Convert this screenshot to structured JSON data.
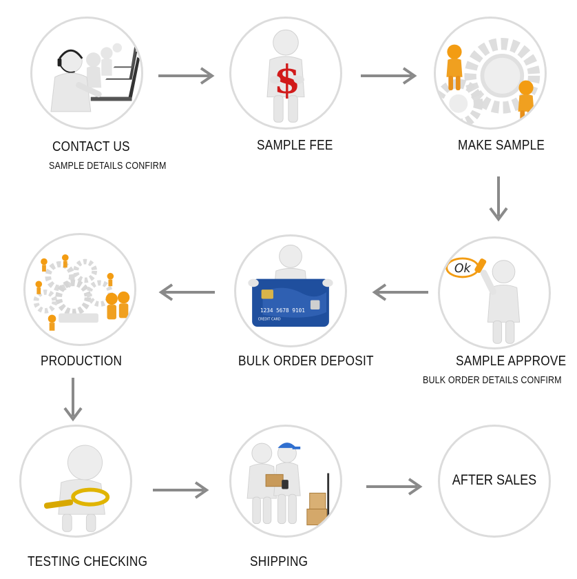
{
  "steps": [
    {
      "id": "contact-us",
      "label": "CONTACT US",
      "sublabel": "SAMPLE DETAILS CONFIRM",
      "icon": "call-center-icon"
    },
    {
      "id": "sample-fee",
      "label": "SAMPLE FEE",
      "icon": "dollar-figure-icon"
    },
    {
      "id": "make-sample",
      "label": "MAKE SAMPLE",
      "icon": "gears-figures-icon"
    },
    {
      "id": "sample-approve",
      "label": "SAMPLE APPROVE",
      "sublabel": "BULK ORDER DETAILS CONFIRM",
      "icon": "ok-figure-icon",
      "badge": "Ok"
    },
    {
      "id": "bulk-order-deposit",
      "label": "BULK ORDER DEPOSIT",
      "icon": "credit-card-figure-icon",
      "card_number": "1234  5678  9101",
      "card_caption": "CREDIT CARD"
    },
    {
      "id": "production",
      "label": "PRODUCTION",
      "icon": "factory-gears-icon"
    },
    {
      "id": "testing-checking",
      "label": "TESTING CHECKING",
      "icon": "magnifier-figure-icon"
    },
    {
      "id": "shipping",
      "label": "SHIPPING",
      "icon": "delivery-figures-icon"
    },
    {
      "id": "after-sales",
      "label": "AFTER SALES",
      "icon": ""
    }
  ],
  "colors": {
    "circle_border": "#dcdcdc",
    "arrow": "#8a8a8a",
    "figure": "#e6e6e6",
    "accent_orange": "#f39c12",
    "accent_red": "#d11a1a",
    "card_blue": "#1f4f9e",
    "cap_blue": "#2f6fcf"
  }
}
